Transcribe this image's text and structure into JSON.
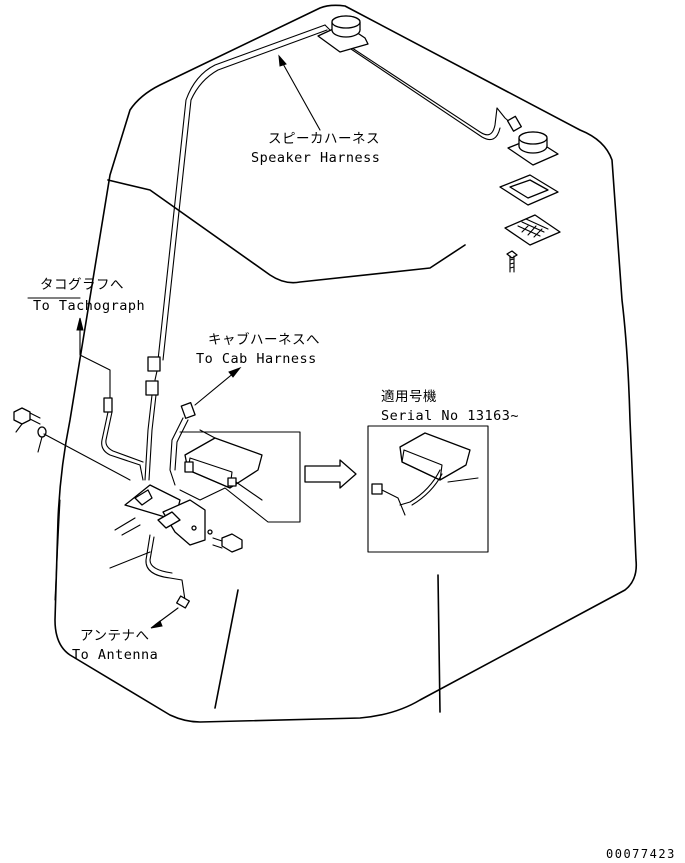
{
  "labels": {
    "speaker_jp": "スピーカハーネス",
    "speaker_en": "Speaker Harness",
    "tacho_jp": "タコグラフへ",
    "tacho_en": "To Tachograph",
    "cab_jp": "キャブハーネスへ",
    "cab_en": "To Cab Harness",
    "serial_jp": "適用号機",
    "serial_en": "Serial No 13163~",
    "antenna_jp": "アンテナへ",
    "antenna_en": "To Antenna",
    "drawing_number": "00077423"
  },
  "colors": {
    "line": "#000000",
    "background": "#ffffff"
  }
}
